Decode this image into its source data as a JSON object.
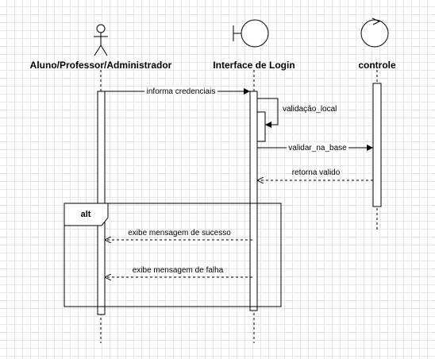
{
  "participants": {
    "actor": {
      "label": "Aluno/Professor/Administrador",
      "icon": "stick-figure-actor-icon"
    },
    "boundary": {
      "label": "Interface de Login",
      "icon": "boundary-icon"
    },
    "control": {
      "label": "controle",
      "icon": "control-icon"
    }
  },
  "messages": {
    "m1": "informa credenciais",
    "m2": "validação_local",
    "m3": "validar_na_base",
    "m4": "retorna valido",
    "m5": "exibe mensagem de sucesso",
    "m6": "exibe mensagem de falha"
  },
  "fragment": {
    "operator": "alt"
  },
  "colors": {
    "line": "#000000",
    "grid": "#e6e6e6",
    "background": "#ffffff"
  }
}
